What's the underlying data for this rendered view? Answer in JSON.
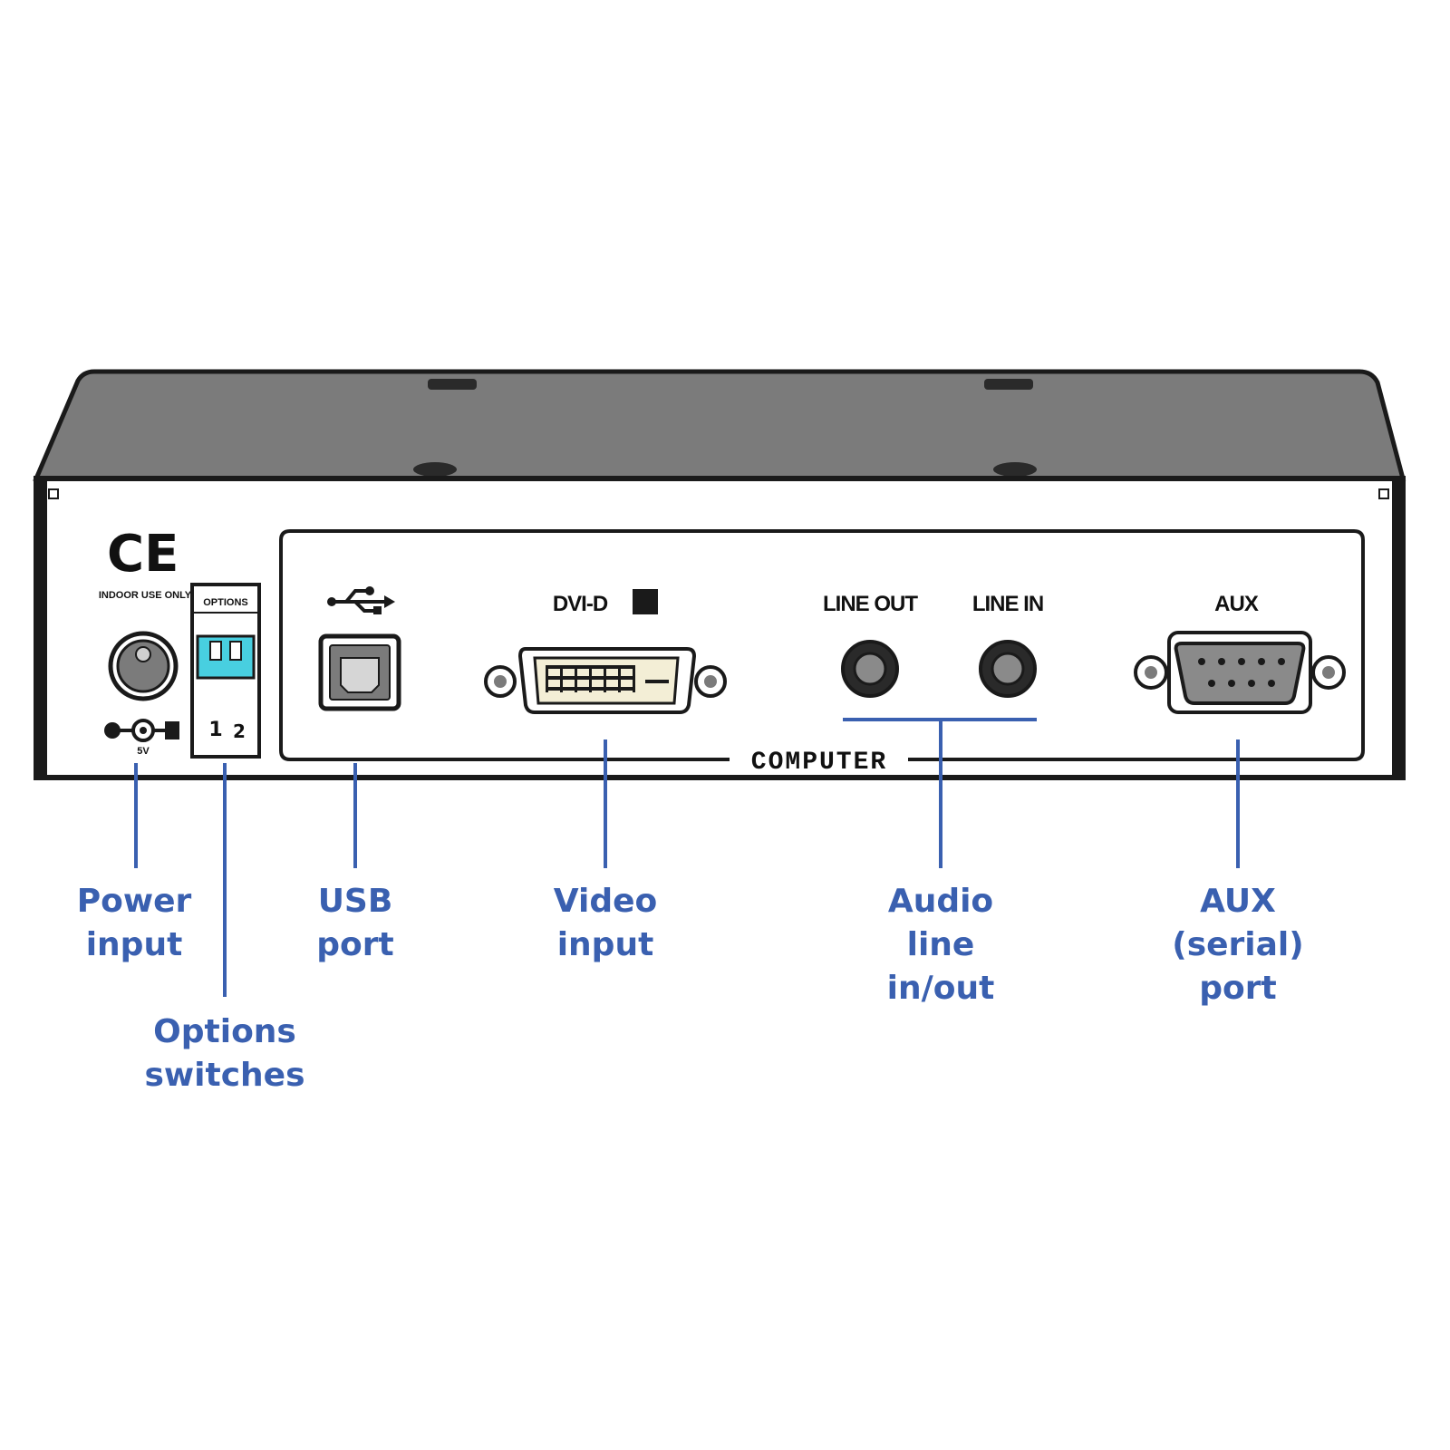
{
  "colors": {
    "callout_blue": "#3a60b0",
    "chassis_top": "#7b7b7b",
    "chassis_edge": "#1a1a1a",
    "panel_face": "#ffffff",
    "switch_teal": "#48cfe0"
  },
  "panel": {
    "ce_mark": "CE",
    "indoor_use": "INDOOR USE ONLY",
    "options_title": "OPTIONS",
    "switch_1": "1",
    "switch_2": "2",
    "power_polarity_text": "5V",
    "usb_symbol": "usb-symbol-icon",
    "dvi_label": "DVI-D",
    "line_out_label": "LINE OUT",
    "line_in_label": "LINE IN",
    "aux_label": "AUX",
    "computer_label": "COMPUTER"
  },
  "callouts": {
    "power": [
      "Power",
      "input"
    ],
    "options": [
      "Options",
      "switches"
    ],
    "usb": [
      "USB",
      "port"
    ],
    "video": [
      "Video",
      "input"
    ],
    "audio": [
      "Audio",
      "line",
      "in/out"
    ],
    "aux": [
      "AUX",
      "(serial)",
      "port"
    ]
  }
}
